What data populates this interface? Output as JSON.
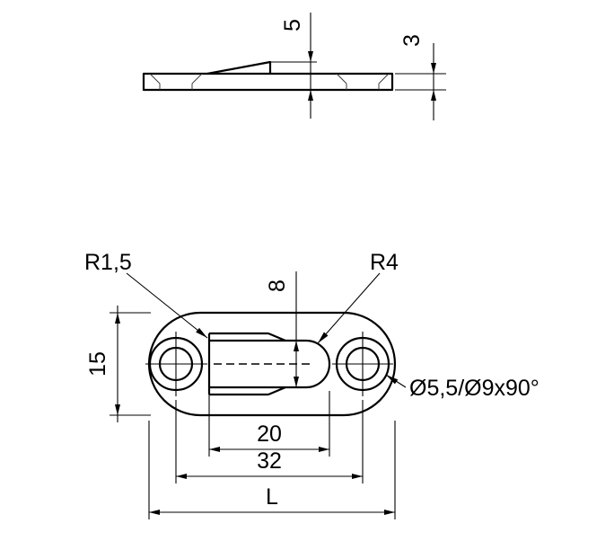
{
  "drawing": {
    "type": "technical-drawing",
    "views": [
      "side-profile",
      "top-plan"
    ],
    "colors": {
      "background": "#ffffff",
      "line": "#000000"
    },
    "labels": {
      "tongue_height": "5",
      "plate_thickness": "3",
      "tongue_corner_radius": "R1,5",
      "slot_end_radius": "R4",
      "slot_width": "8",
      "plate_width": "15",
      "slot_length": "20",
      "hole_spacing": "32",
      "overall_length": "L",
      "hole_spec": "Ø5,5/Ø9x90°"
    }
  }
}
